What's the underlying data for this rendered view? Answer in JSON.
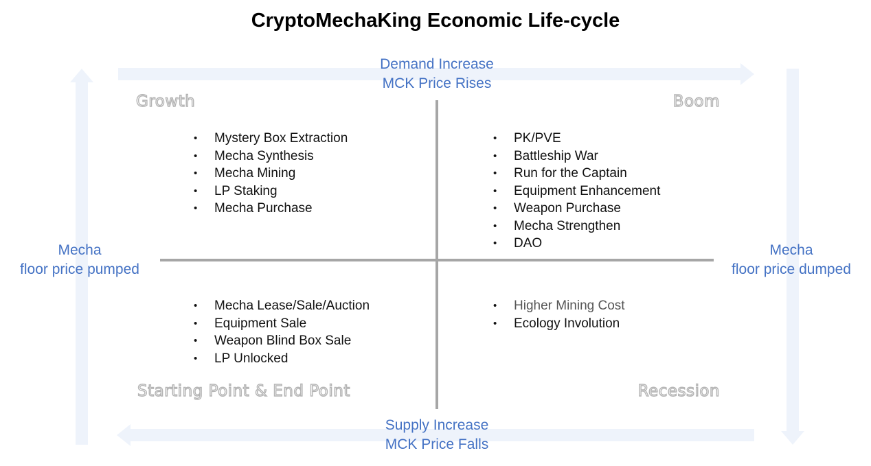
{
  "title": "CryptoMechaKing Economic Life-cycle",
  "axes": {
    "top": [
      "Demand Increase",
      "MCK Price Rises"
    ],
    "bottom": [
      "Supply Increase",
      "MCK Price Falls"
    ],
    "left": [
      "Mecha",
      "floor price pumped"
    ],
    "right": [
      "Mecha",
      "floor price dumped"
    ]
  },
  "quadrants": {
    "growth": {
      "name": "Growth",
      "items": [
        "Mystery Box Extraction",
        "Mecha Synthesis",
        "Mecha Mining",
        "LP Staking",
        "Mecha Purchase"
      ]
    },
    "boom": {
      "name": "Boom",
      "items": [
        "PK/PVE",
        "Battleship War",
        "Run for the Captain",
        "Equipment Enhancement",
        "Weapon Purchase",
        "Mecha Strengthen",
        "DAO"
      ]
    },
    "start_end": {
      "name": "Starting Point & End Point",
      "items": [
        "Mecha Lease/Sale/Auction",
        "Equipment Sale",
        "Weapon Blind Box Sale",
        "LP Unlocked"
      ]
    },
    "recession": {
      "name": "Recession",
      "items": [
        "Higher Mining Cost",
        "Ecology Involution"
      ]
    }
  },
  "colors": {
    "axis_text": "#4472c4",
    "arrow_fill": "#eef3fb",
    "divider": "#a6a6a6",
    "quadrant_outline": "#b4b4b4"
  }
}
